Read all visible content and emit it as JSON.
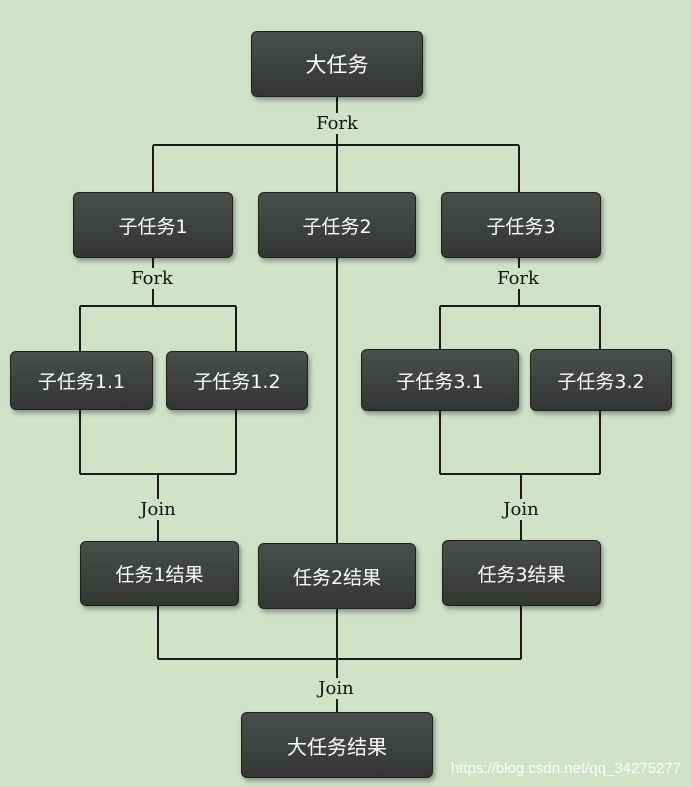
{
  "nodes": {
    "big_task": "大任务",
    "sub1": "子任务1",
    "sub2": "子任务2",
    "sub3": "子任务3",
    "sub1_1": "子任务1.1",
    "sub1_2": "子任务1.2",
    "sub3_1": "子任务3.1",
    "sub3_2": "子任务3.2",
    "result1": "任务1结果",
    "result2": "任务2结果",
    "result3": "任务3结果",
    "big_result": "大任务结果"
  },
  "edge_labels": {
    "fork_top": "Fork",
    "fork_sub1": "Fork",
    "fork_sub3": "Fork",
    "join_sub1": "Join",
    "join_sub3": "Join",
    "join_bottom": "Join"
  },
  "watermark": "https://blog.csdn.net/qq_34275277",
  "colors": {
    "background": "#cfe2c6",
    "box": "#3f423f",
    "box_text": "#ffffff",
    "line": "#1a1a1a"
  }
}
